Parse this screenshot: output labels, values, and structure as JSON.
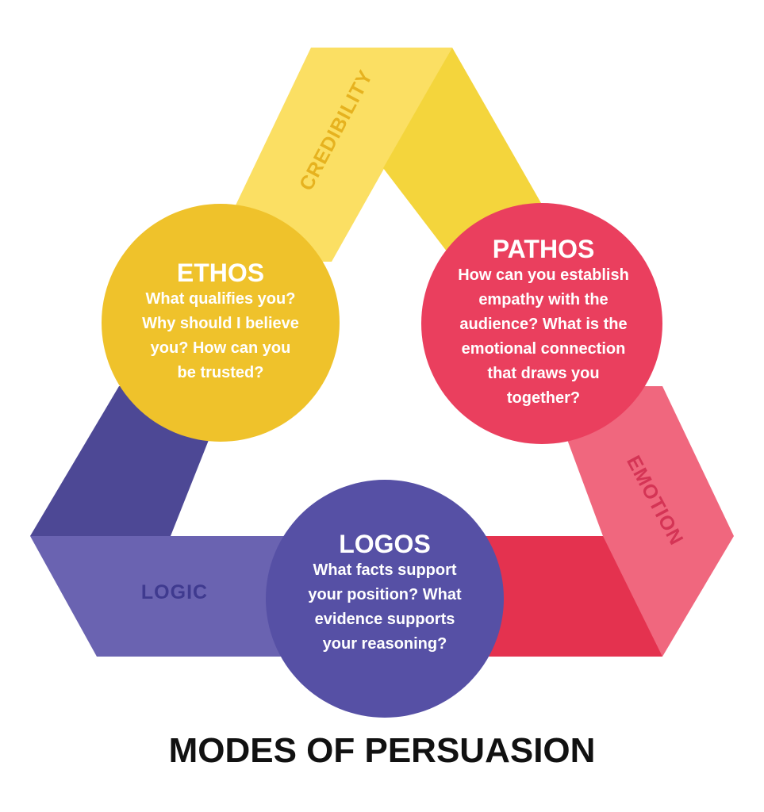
{
  "title": "MODES OF PERSUASION",
  "colors": {
    "credibility_light": "#FBDF63",
    "credibility_dark": "#F4D53C",
    "emotion_light": "#F0677E",
    "emotion_dark": "#E4324F",
    "logic_light": "#6A63B1",
    "logic_dark": "#4D4895",
    "ethos_circle": "#EFC22B",
    "pathos_circle": "#EA3F5E",
    "logos_circle": "#5650A5",
    "credibility_label": "#E6B21F",
    "emotion_label": "#D43455",
    "logic_label": "#3F3A8F"
  },
  "bands": {
    "credibility": "CREDIBILITY",
    "emotion": "EMOTION",
    "logic": "LOGIC"
  },
  "ethos": {
    "title": "ETHOS",
    "lines": [
      "What qualifies you?",
      "Why should I believe",
      "you? How can you",
      "be trusted?"
    ]
  },
  "pathos": {
    "title": "PATHOS",
    "lines": [
      "How can you establish",
      "empathy with the",
      "audience? What is the",
      "emotional connection",
      "that draws you",
      "together?"
    ]
  },
  "logos": {
    "title": "LOGOS",
    "lines": [
      "What facts support",
      "your position? What",
      "evidence supports",
      "your reasoning?"
    ]
  }
}
